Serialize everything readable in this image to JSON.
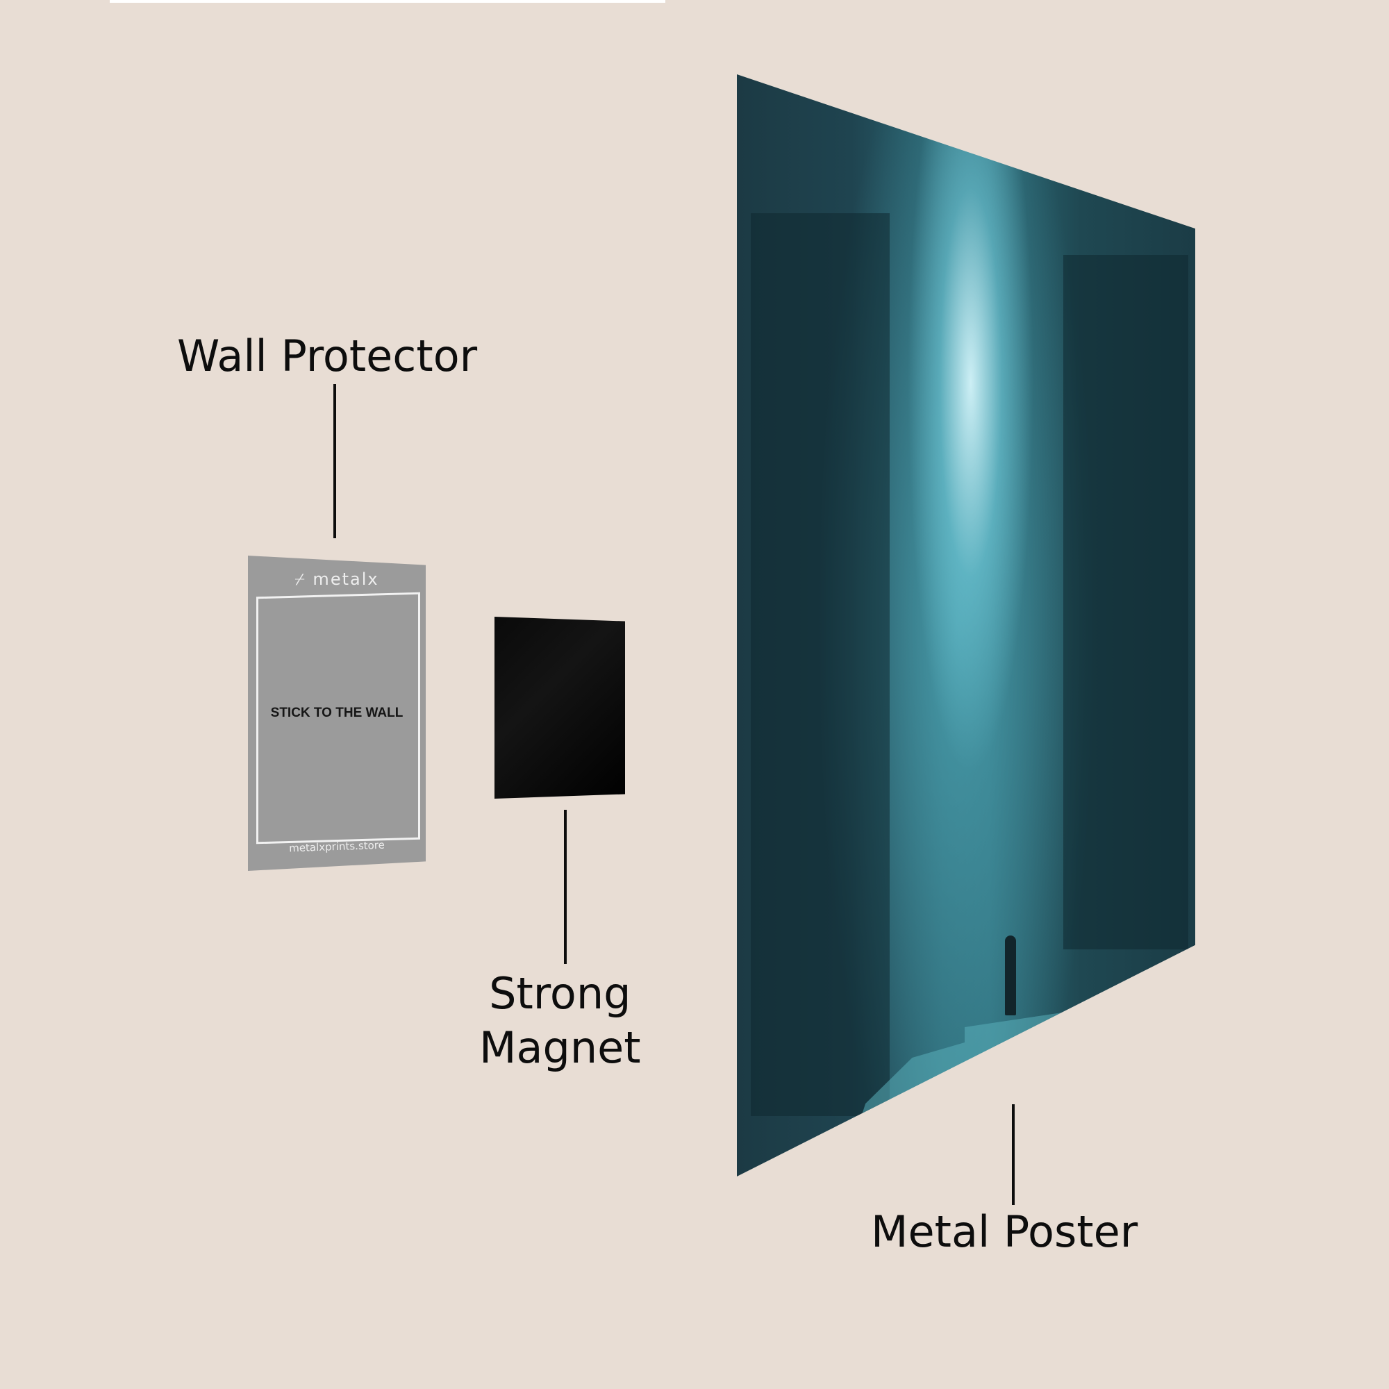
{
  "labels": {
    "wall_protector": "Wall Protector",
    "strong_magnet_line1": "Strong",
    "strong_magnet_line2": "Magnet",
    "metal_poster": "Metal Poster"
  },
  "wall_protector_card": {
    "brand": "⌿ metalx",
    "instruction": "STICK TO THE WALL",
    "url": "metalxprints.store"
  },
  "colors": {
    "background": "#e8ddd4",
    "protector": "#9b9b9b",
    "magnet": "#050505",
    "poster_teal": "#2b6673",
    "text": "#0d0d0d"
  }
}
